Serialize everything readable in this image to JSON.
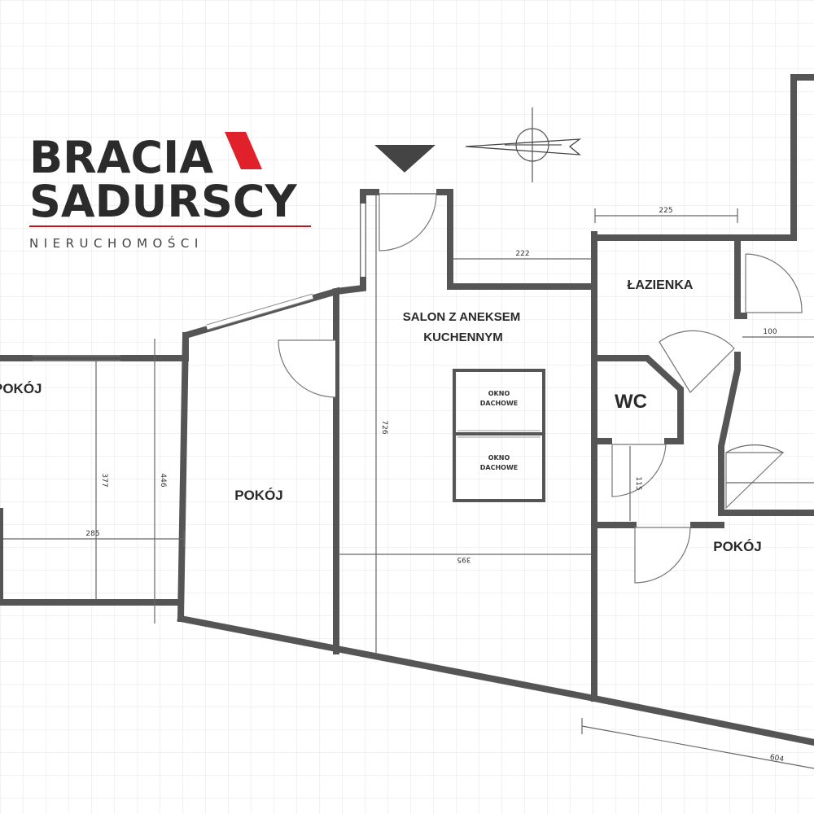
{
  "brand": {
    "line1": "BRACIA",
    "line2": "SADURSCY",
    "tagline": "NIERUCHOMOŚCI",
    "colors": {
      "text": "#2b2b2b",
      "accent": "#e0202a",
      "rule": "#c0141c"
    }
  },
  "rooms": {
    "left_room": "POKÓJ",
    "middle_room": "POKÓJ",
    "salon_line1": "SALON Z ANEKSEM",
    "salon_line2": "KUCHENNYM",
    "bathroom": "ŁAZIENKA",
    "wc": "WC",
    "right_room": "POKÓJ"
  },
  "windows": {
    "skylight_1_line1": "OKNO",
    "skylight_1_line2": "DACHOWE",
    "skylight_2_line1": "OKNO",
    "skylight_2_line2": "DACHOWE"
  },
  "dimensions": {
    "d225": "225",
    "d222": "222",
    "d100": "100",
    "d726": "726",
    "d377": "377",
    "d446": "446",
    "d285": "285",
    "d395": "395",
    "d115": "115",
    "d604": "604"
  },
  "icons": [
    "entrance-arrow-icon",
    "compass-north-icon",
    "logo-slash-icon"
  ]
}
